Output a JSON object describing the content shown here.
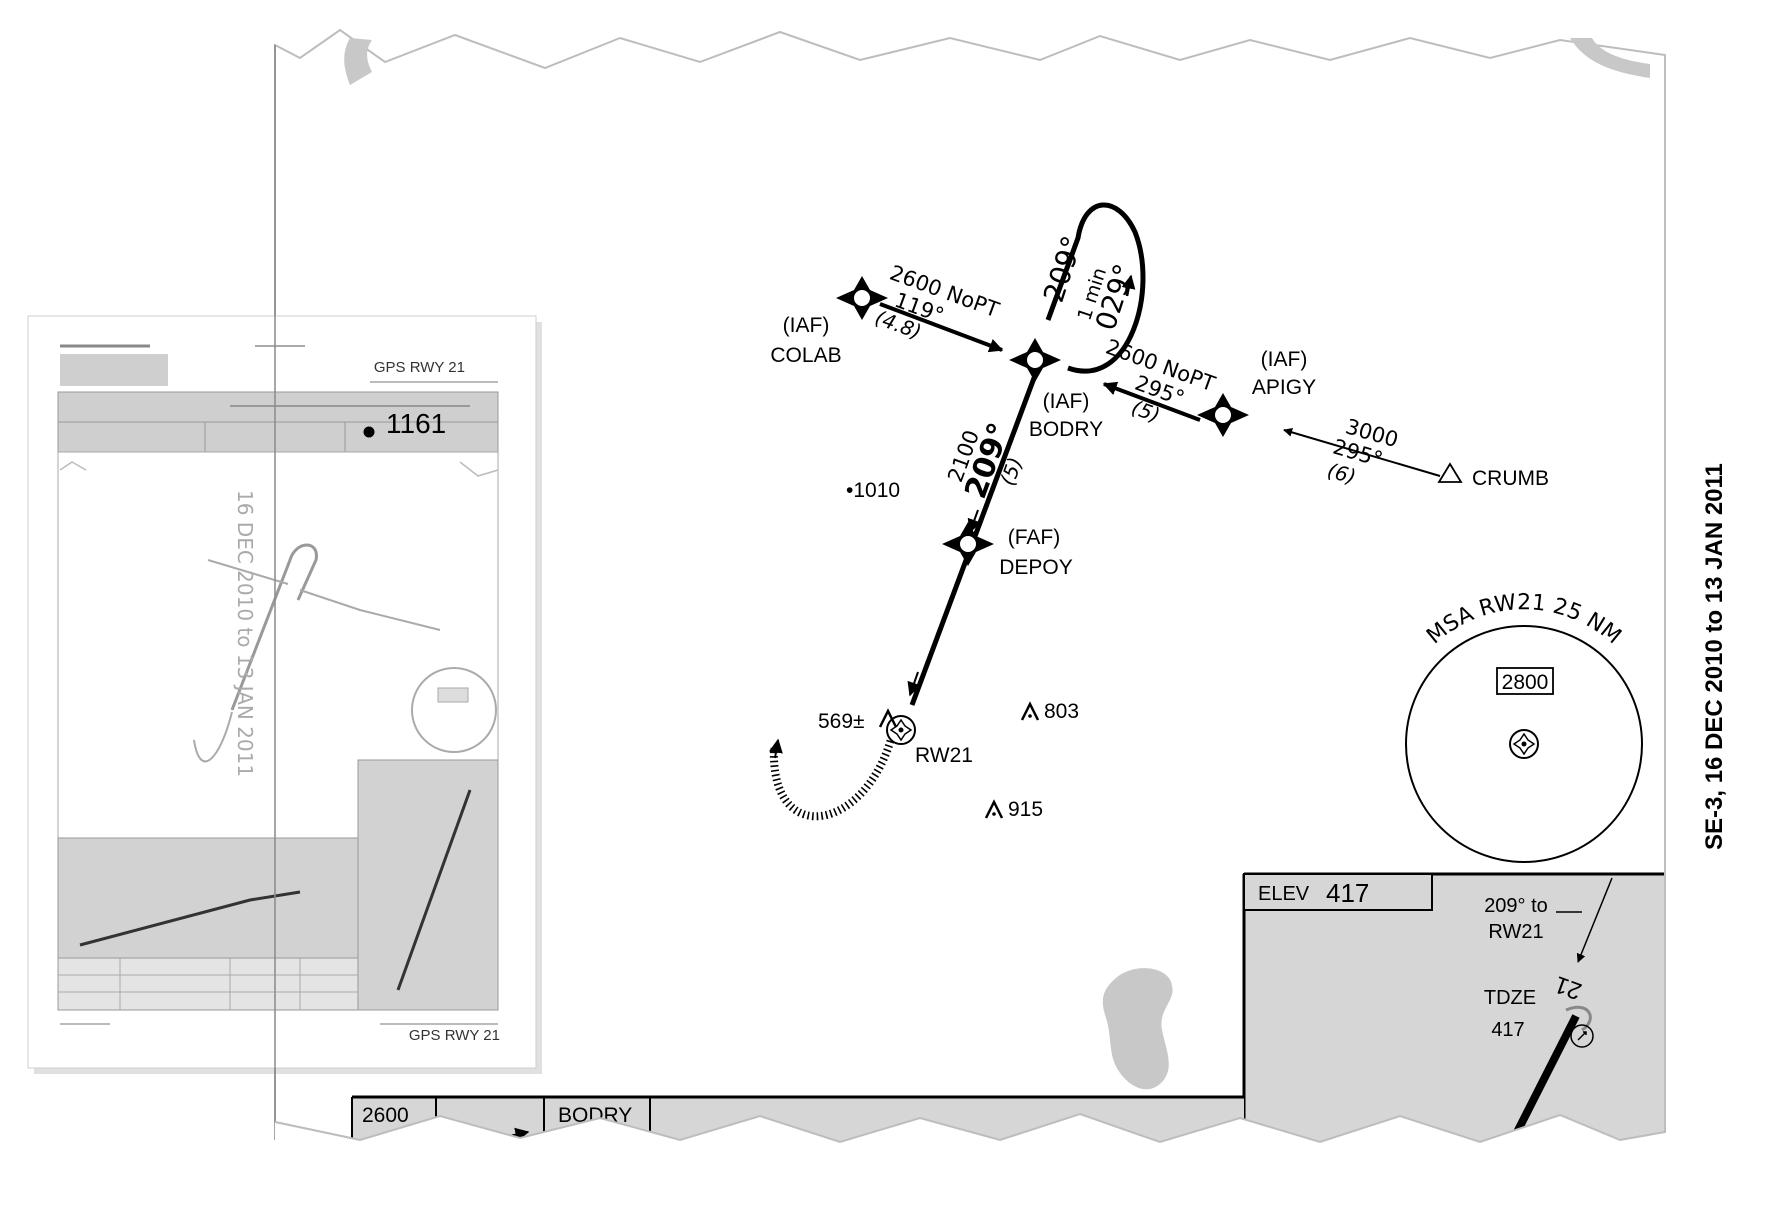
{
  "thumbnail": {
    "title": "GPS RWY 21",
    "footer_title": "GPS RWY 21",
    "elevation_label": "1161",
    "date_vertical": "16 DEC 2010 to 13 JAN 2011"
  },
  "chart": {
    "fixes": [
      {
        "role": "(IAF)",
        "name": "COLAB"
      },
      {
        "role": "(IAF)",
        "name": "BODRY"
      },
      {
        "role": "(IAF)",
        "name": "APIGY"
      },
      {
        "role": "(FAF)",
        "name": "DEPOY"
      },
      {
        "role": "",
        "name": "CRUMB"
      },
      {
        "role": "",
        "name": "RW21"
      }
    ],
    "legs": {
      "colab": {
        "alt": "2600 NoPT",
        "course": "119°",
        "dist": "(4.8)"
      },
      "apigy": {
        "alt": "2600 NoPT",
        "course": "295°",
        "dist": "(5)"
      },
      "crumb": {
        "alt": "3000",
        "course": "295°",
        "dist": "(6)"
      },
      "final": {
        "alt": "2100",
        "course": "209°",
        "dist": "(5)"
      }
    },
    "holding": {
      "inbound": "209°",
      "time": "1 min",
      "outbound": "029°"
    },
    "obstacles": [
      {
        "label": "•1010"
      },
      {
        "label": "803"
      },
      {
        "label": "915"
      },
      {
        "label": "569±"
      }
    ],
    "msa": {
      "title": "MSA RW21 25 NM",
      "altitude": "2800"
    },
    "airport": {
      "elev_label": "ELEV",
      "elev_value": "417",
      "note_line1": "209° to",
      "note_line2": "RW21",
      "tdze_label": "TDZE",
      "tdze_value": "417",
      "runway_number": "21"
    },
    "profile": {
      "altitude": "2600",
      "fix": "BODRY"
    },
    "vertical_label": "SE-3, 16 DEC 2010 to 13 JAN 2011"
  },
  "colors": {
    "panel_gray": "#d6d6d6",
    "ink": "#000000",
    "paper_shadow": "#c8c8c8"
  }
}
